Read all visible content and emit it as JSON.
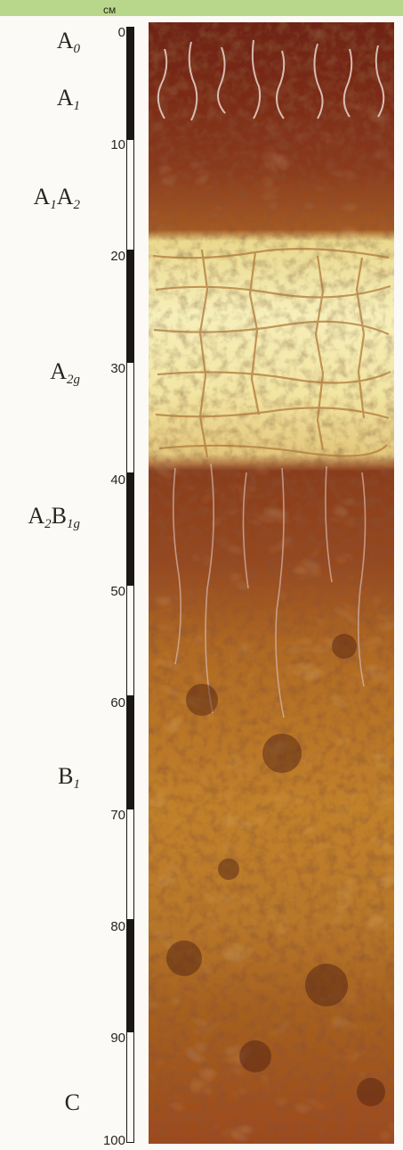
{
  "unit": "см",
  "horizons": [
    {
      "base": "A",
      "sub": "0"
    },
    {
      "base": "A",
      "sub": "1"
    },
    {
      "base": "A",
      "sub": "1",
      "base2": "A",
      "sub2": "2"
    },
    {
      "base": "A",
      "sub": "2g"
    },
    {
      "base": "A",
      "sub": "2",
      "base2": "B",
      "sub2": "1g"
    },
    {
      "base": "B",
      "sub": "1"
    },
    {
      "base": "C",
      "sub": ""
    }
  ],
  "depth_ticks": [
    "0",
    "10",
    "20",
    "30",
    "40",
    "50",
    "60",
    "70",
    "80",
    "90",
    "100"
  ],
  "colors": {
    "top_strip": "#b9d78a",
    "humus": "#7a2a17",
    "bleached": "#f3e9a8",
    "illuvial": "#b5711f",
    "parent": "#a86220"
  }
}
